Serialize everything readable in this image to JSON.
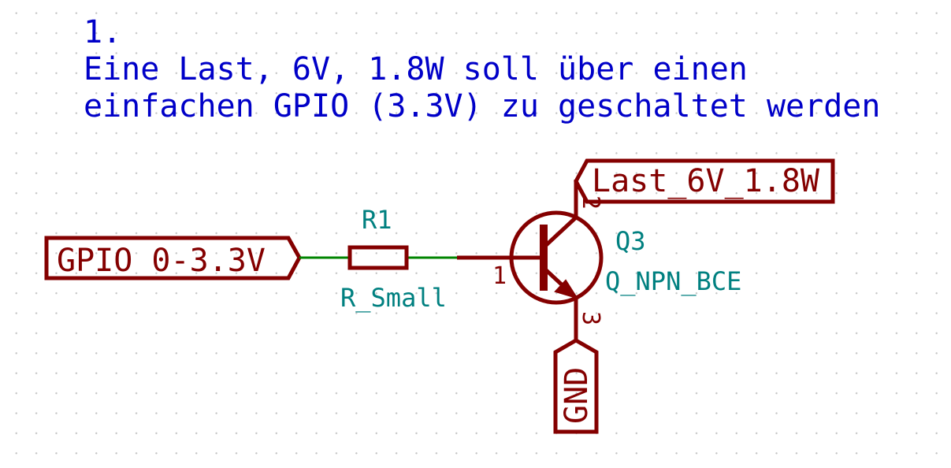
{
  "note": {
    "line1": "1.",
    "line2": "Eine Last, 6V, 1.8W soll über einen",
    "line3": "einfachen GPIO (3.3V) zu geschaltet werden"
  },
  "labels": {
    "gpio": "GPIO_0-3.3V",
    "load": "Last_6V_1.8W",
    "gnd": "GND"
  },
  "resistor": {
    "ref": "R1",
    "value": "R_Small"
  },
  "transistor": {
    "ref": "Q3",
    "value": "Q_NPN_BCE",
    "pins": {
      "base": "1",
      "collector": "2",
      "emitter": "3"
    }
  },
  "colors": {
    "note_text": "#0000c8",
    "component": "#840000",
    "reference_text": "#008080",
    "wire": "#008400"
  }
}
